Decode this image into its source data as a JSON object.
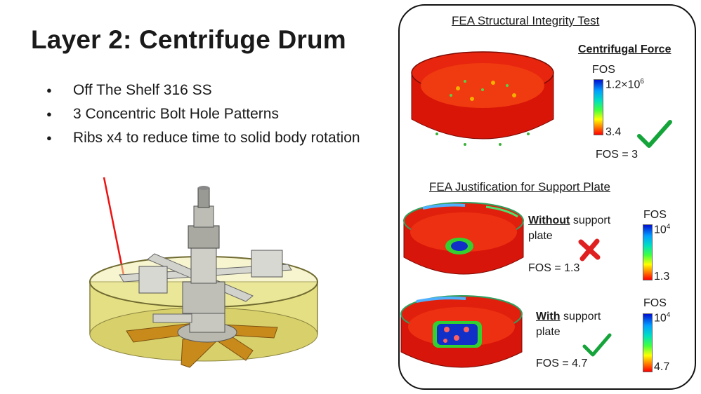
{
  "slide": {
    "title": "Layer 2: Centrifuge Drum",
    "bullets": [
      "Off The Shelf 316 SS",
      "3 Concentric Bolt Hole Patterns",
      "Ribs x4 to reduce time to solid body rotation"
    ]
  },
  "panel": {
    "integrity_title": "FEA Structural Integrity Test",
    "centrifugal": {
      "label": "Centrifugal Force",
      "fos_label": "FOS",
      "max_base": "1.2×10",
      "max_exp": "6",
      "min": "3.4",
      "result": "FOS = 3",
      "verdict": "pass"
    },
    "justification_title": "FEA Justification for Support Plate",
    "without": {
      "label_bold": "Without",
      "label_rest1": " support",
      "label_rest2": "plate",
      "result": "FOS = 1.3",
      "fos_label": "FOS",
      "max_base": "10",
      "max_exp": "4",
      "min": "1.3",
      "verdict": "fail"
    },
    "with": {
      "label_bold": "With",
      "label_rest1": " support",
      "label_rest2": "plate",
      "result": "FOS = 4.7",
      "fos_label": "FOS",
      "max_base": "10",
      "max_exp": "4",
      "min": "4.7",
      "verdict": "pass"
    }
  },
  "colors": {
    "stress_red": "#e61a0a",
    "check_green": "#15a43a",
    "cross_red": "#e02020",
    "arrow_red": "#ee1111",
    "drum_yellow": "#e9e48f",
    "rib_orange": "#c98a1c"
  }
}
